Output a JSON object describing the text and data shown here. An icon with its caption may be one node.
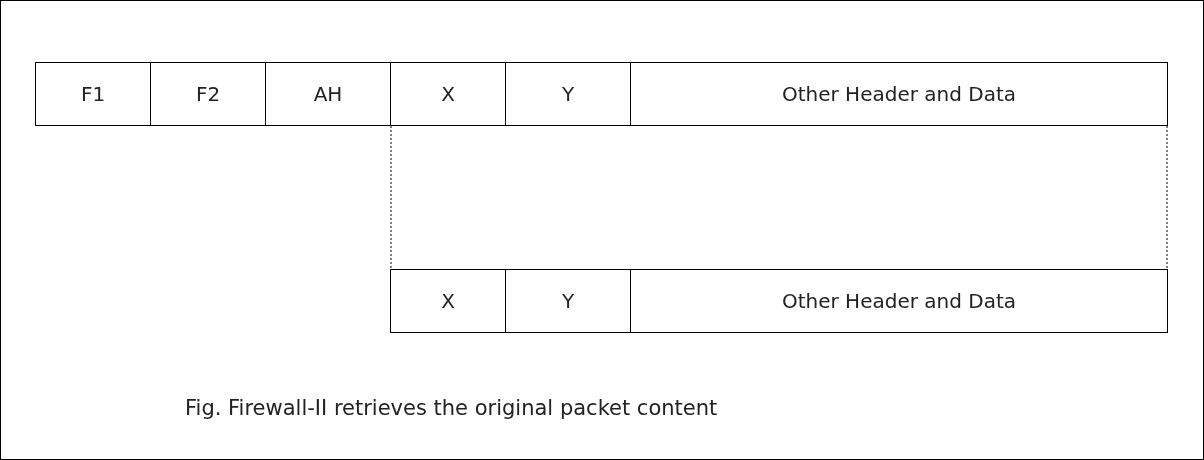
{
  "diagram": {
    "caption": "Fig. Firewall-II retrieves the original packet content",
    "nodes": [
      {
        "text": [
          "F1"
        ]
      },
      {
        "text": [
          "F2"
        ]
      },
      {
        "text": [
          "AH"
        ]
      },
      {
        "text": [
          "X"
        ]
      },
      {
        "text": [
          "Y"
        ]
      },
      {
        "text": [
          "Other Header and Data"
        ]
      },
      {
        "text": [
          "X"
        ]
      },
      {
        "text": [
          "Y"
        ]
      },
      {
        "text": [
          "Other Header and Data"
        ]
      }
    ],
    "edges": [
      {
        "from": 3,
        "to": 6,
        "arrow": "none",
        "style": "dashed"
      },
      {
        "from": 5,
        "to": 8,
        "arrow": "none",
        "style": "dashed"
      }
    ]
  }
}
